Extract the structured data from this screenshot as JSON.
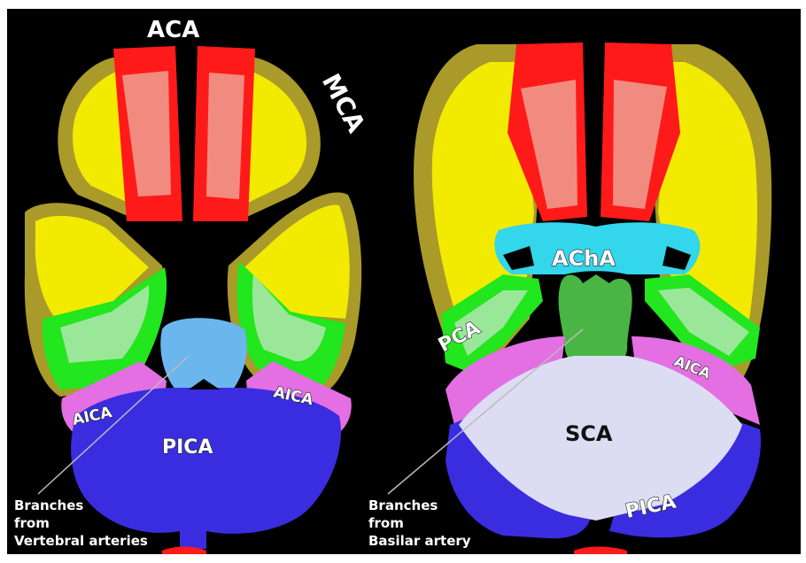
{
  "diagram": {
    "left_section": {
      "labels": {
        "aca": "ACA",
        "mca": "MCA",
        "aica_left": "AICA",
        "aica_right": "AICA",
        "pica": "PICA"
      },
      "caption": [
        "Branches",
        "from",
        "Vertebral arteries"
      ]
    },
    "right_section": {
      "labels": {
        "acha": "AChA",
        "pca": "PCA",
        "aica": "AICA",
        "sca": "SCA",
        "pica": "PICA"
      },
      "caption": [
        "Branches",
        "from",
        "Basilar artery"
      ]
    },
    "colors": {
      "background": "#000000",
      "aca": "#ff1a1a",
      "aca_light": "#f28b7f",
      "mca": "#f2ea00",
      "cortex": "#a99a2a",
      "pca": "#22e61e",
      "pca_light": "#9be79a",
      "acha": "#33d6ea",
      "basilar_branch": "#6cb6ee",
      "aica": "#e36fe3",
      "pica": "#3a2de0",
      "sca": "#dcdcf2",
      "midbrain": "#49b545"
    }
  }
}
